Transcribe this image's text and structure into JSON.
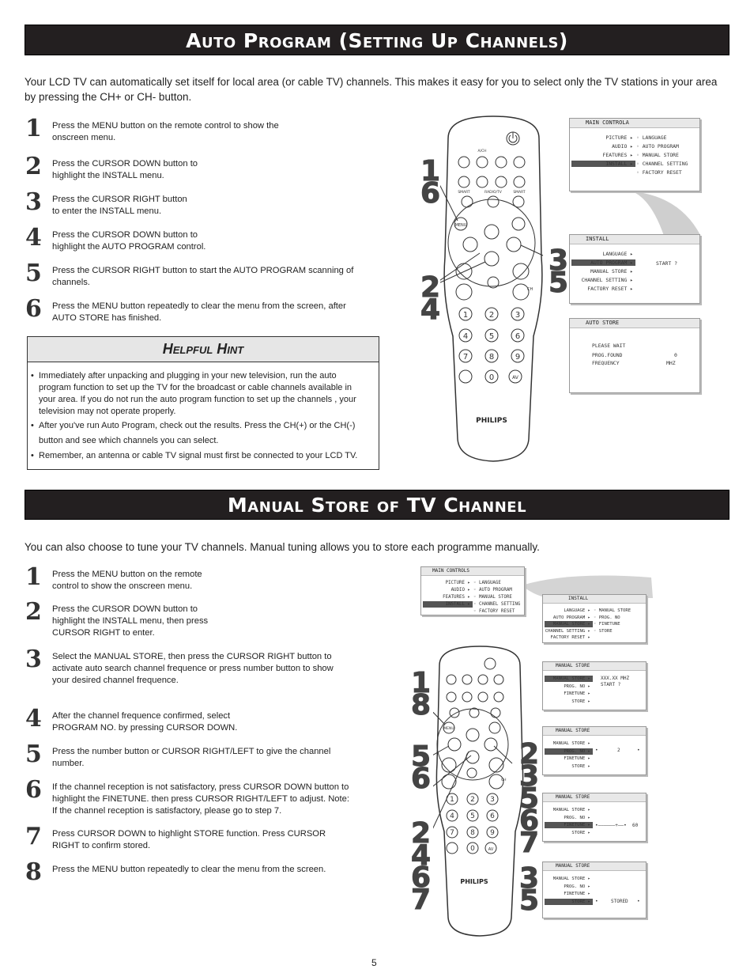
{
  "section1": {
    "title": "Auto Program (Setting Up Channels)",
    "intro": "Your LCD TV can automatically set itself for local area (or cable TV) channels. This makes it easy for you to select only the TV stations in your area by pressing the CH+ or CH- button.",
    "steps": [
      {
        "num": "1",
        "text": "Press the MENU button on the remote control to show the onscreen menu."
      },
      {
        "num": "2",
        "text": "Press the CURSOR DOWN button to highlight the INSTALL menu."
      },
      {
        "num": "3",
        "text": "Press the CURSOR RIGHT button to enter the INSTALL menu."
      },
      {
        "num": "4",
        "text": "Press the CURSOR DOWN button to highlight the AUTO PROGRAM control."
      },
      {
        "num": "5",
        "text": "Press the CURSOR RIGHT button to start the AUTO PROGRAM scanning of channels."
      },
      {
        "num": "6",
        "text": "Press the MENU button repeatedly to clear the menu from the screen, after AUTO STORE has finished."
      }
    ],
    "hint_title": "Helpful Hint",
    "hints": [
      "Immediately after unpacking and plugging in your new television, run the auto program function to set up the TV for the broadcast or cable channels available in your area. If you do not run the auto program function to set up the channels , your television may not operate properly.",
      "After you've run Auto Program, check out the results. Press the CH(+) or the CH(-) button and see which channels you can select.",
      "Remember, an antenna or cable TV signal must first be connected to your LCD TV."
    ],
    "callouts": [
      "1\n6",
      "2\n4",
      "3\n5"
    ],
    "menus": {
      "main": {
        "title": "MAIN CONTROLA",
        "left": [
          "PICTURE",
          "AUDIO",
          "FEATURES",
          "INSTALL"
        ],
        "right": [
          "LANGUAGE",
          "AUTO PROGRAM",
          "MANUAL STORE",
          "CHANNEL SETTING",
          "FACTORY RESET"
        ]
      },
      "install": {
        "title": "INSTALL",
        "left": [
          "LANGUAGE",
          "AUTO PROGRAM",
          "MANUAL STORE",
          "CHANNEL SETTING",
          "FACTORY RESET"
        ],
        "right": "START ?"
      },
      "autostore": {
        "title": "AUTO STORE",
        "lines": [
          "PLEASE WAIT",
          "PROG.FOUND",
          "FREQUENCY"
        ],
        "values": [
          "0",
          "MHZ"
        ]
      }
    }
  },
  "section2": {
    "title": "Manual Store of TV Channel",
    "intro": "You can also choose to tune your TV channels. Manual tuning allows you to store each programme manually.",
    "steps": [
      {
        "num": "1",
        "text": "Press the MENU button on the remote control to show the onscreen menu."
      },
      {
        "num": "2",
        "text": "Press the CURSOR DOWN button to highlight the INSTALL menu, then press CURSOR RIGHT to enter."
      },
      {
        "num": "3",
        "text": "Select the MANUAL STORE, then press the CURSOR RIGHT button to activate auto search channel frequence or press number button to show your desired channel frequence."
      },
      {
        "num": "4",
        "text": "After the channel frequence confirmed, select PROGRAM NO. by pressing CURSOR DOWN."
      },
      {
        "num": "5",
        "text": "Press the number button or CURSOR RIGHT/LEFT to give the channel number."
      },
      {
        "num": "6",
        "text": "If the channel reception is not satisfactory, press CURSOR DOWN button to highlight the FINETUNE. then press CURSOR RIGHT/LEFT to adjust. Note: If the channel reception is satisfactory, please go to step 7."
      },
      {
        "num": "7",
        "text": "Press CURSOR DOWN to highlight STORE function. Press CURSOR RIGHT to confirm stored."
      },
      {
        "num": "8",
        "text": "Press the MENU button repeatedly to clear the menu from the screen."
      }
    ],
    "callouts": [
      "1\n8",
      "5\n6",
      "2\n4\n6\n7",
      "2\n3\n5\n6\n7",
      "3\n5"
    ],
    "menus": {
      "main": {
        "title": "MAIN CONTROLS",
        "left": [
          "PICTURE",
          "AUDIO",
          "FEATURES",
          "INSTALL"
        ],
        "right": [
          "LANGUAGE",
          "AUTO PROGRAM",
          "MANUAL STORE",
          "CHANNEL SETTING",
          "FACTORY RESET"
        ]
      },
      "install": {
        "title": "INSTALL",
        "left": [
          "LANGUAGE",
          "AUTO PROGRAM",
          "MANUAL STORE",
          "CHANNEL SETTING",
          "FACTORY RESET"
        ],
        "right": [
          "MANUAL STORE",
          "PROG. NO",
          "FINETUNE",
          "STORE"
        ]
      },
      "ms1": {
        "title": "MANUAL STORE",
        "left": [
          "MANUAL STORE",
          "PROG. NO",
          "FINETUNE",
          "STORE"
        ],
        "right": [
          "XXX.XX MHZ",
          "START ?"
        ]
      },
      "ms2": {
        "title": "MANUAL STORE",
        "left": [
          "MANUAL STORE",
          "PROG. NO",
          "FINETUNE",
          "STORE"
        ],
        "value": "2"
      },
      "ms3": {
        "title": "MANUAL STORE",
        "left": [
          "MANUAL STORE",
          "PROG. NO",
          "FINETUNE",
          "STORE"
        ],
        "value": "60"
      },
      "ms4": {
        "title": "MANUAL STORE",
        "left": [
          "MANUAL STORE",
          "PROG. NO",
          "FINETUNE",
          "STORE"
        ],
        "value": "STORED"
      }
    }
  },
  "remote": {
    "brand": "PHILIPS",
    "menu": "MENU",
    "ch": "CH",
    "av": "AV",
    "ach": "A/CH",
    "smart": "SMART",
    "radiotv": "RADIO/TV",
    "digits": [
      "1",
      "2",
      "3",
      "4",
      "5",
      "6",
      "7",
      "8",
      "9",
      "0"
    ]
  },
  "page_number": "5"
}
